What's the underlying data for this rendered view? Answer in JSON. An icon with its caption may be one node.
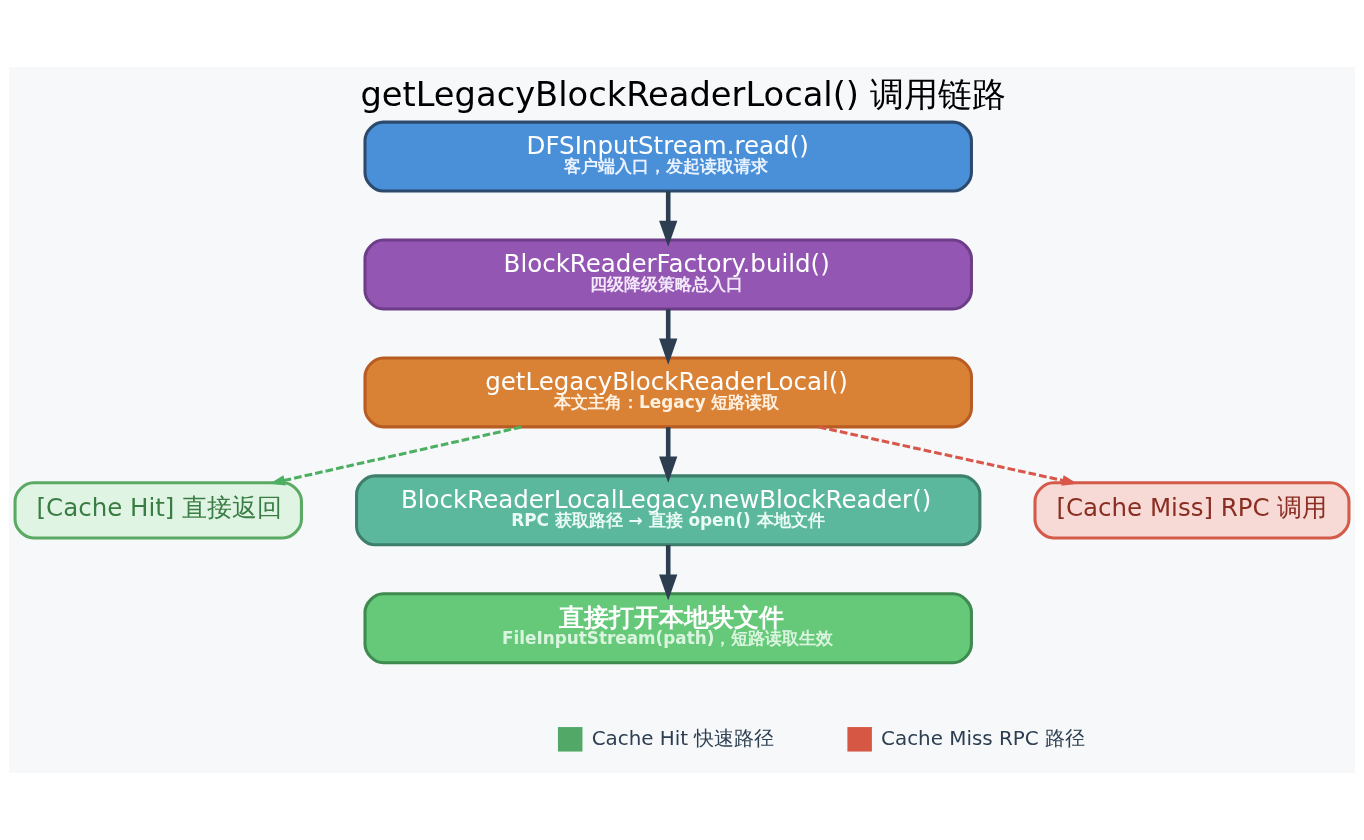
{
  "diagram": {
    "title": "getLegacyBlockReaderLocal() 调用链路",
    "nodes": [
      {
        "text": [
          "DFSInputStream.read()",
          "客户端入口，发起读取请求"
        ]
      },
      {
        "text": [
          "BlockReaderFactory.build()",
          "四级降级策略总入口"
        ]
      },
      {
        "text": [
          "getLegacyBlockReaderLocal()",
          "本文主角：Legacy 短路读取"
        ]
      },
      {
        "text": [
          "[Cache Hit] 直接返回"
        ]
      },
      {
        "text": [
          "BlockReaderLocalLegacy.newBlockReader()",
          "RPC 获取路径 → 直接 open() 本地文件"
        ]
      },
      {
        "text": [
          "[Cache Miss] RPC 调用"
        ]
      },
      {
        "text": [
          "直接打开本地块文件",
          "FileInputStream(path)，短路读取生效"
        ]
      }
    ],
    "edges": [
      {
        "from": 0,
        "to": 1,
        "arrow": "to"
      },
      {
        "from": 1,
        "to": 2,
        "arrow": "to"
      },
      {
        "from": 2,
        "to": 4,
        "arrow": "to"
      },
      {
        "from": 2,
        "to": 3,
        "arrow": "to",
        "style": "dashed",
        "color": "#4caf62"
      },
      {
        "from": 2,
        "to": 5,
        "arrow": "to",
        "style": "dashed",
        "color": "#d9574a"
      },
      {
        "from": 4,
        "to": 6,
        "arrow": "to"
      }
    ],
    "legend": [
      {
        "text": "Cache Hit 快速路径",
        "color": "#52a866"
      },
      {
        "text": "Cache Miss RPC 路径",
        "color": "#d75745"
      }
    ]
  }
}
